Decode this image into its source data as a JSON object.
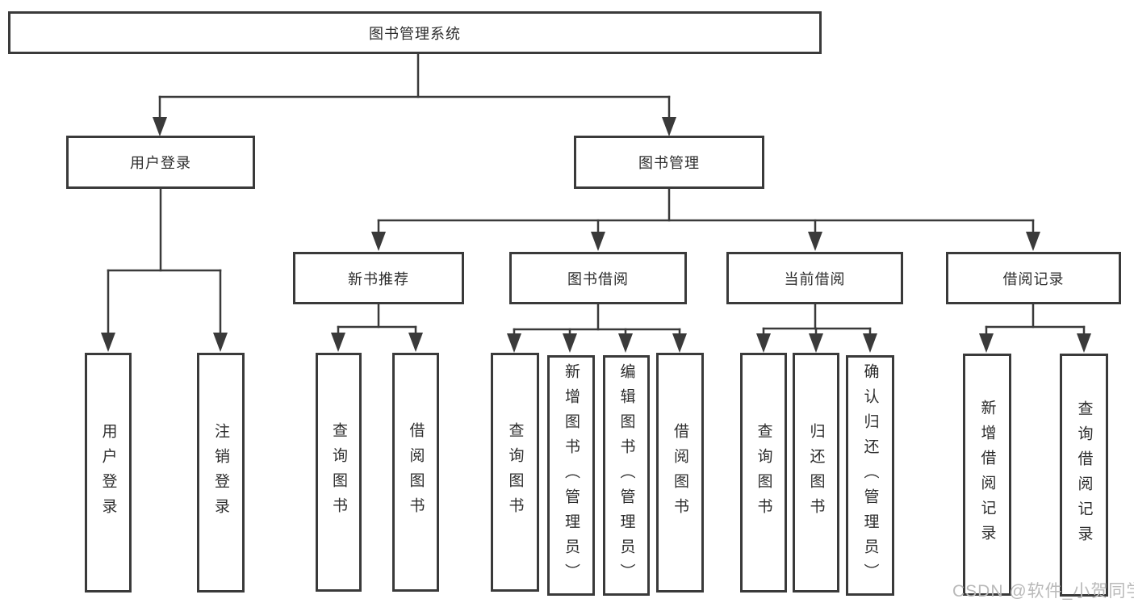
{
  "colors": {
    "line": "#3a3a3a",
    "box_border": "#3a3a3a",
    "text": "#2d2d2d",
    "background": "#ffffff",
    "watermark": "#b9b9b9"
  },
  "diagram": {
    "root": {
      "label": "图书管理系统"
    },
    "level2": [
      {
        "label": "用户登录"
      },
      {
        "label": "图书管理"
      }
    ],
    "level3": [
      {
        "label": "新书推荐"
      },
      {
        "label": "图书借阅"
      },
      {
        "label": "当前借阅"
      },
      {
        "label": "借阅记录"
      }
    ],
    "leaves": {
      "user_login": [
        {
          "label": "用户登录"
        },
        {
          "label": "注销登录"
        }
      ],
      "new_book": [
        {
          "label": "查询图书"
        },
        {
          "label": "借阅图书"
        }
      ],
      "book_borrow": [
        {
          "label": "查询图书"
        },
        {
          "label": "新增图书（管理员）"
        },
        {
          "label": "编辑图书（管理员）"
        },
        {
          "label": "借阅图书"
        }
      ],
      "current_borrow": [
        {
          "label": "查询图书"
        },
        {
          "label": "归还图书"
        },
        {
          "label": "确认归还（管理员）"
        }
      ],
      "borrow_records": [
        {
          "label": "新增借阅记录"
        },
        {
          "label": "查询借阅记录"
        }
      ]
    }
  },
  "watermark": {
    "text": "CSDN @软件_小贺同学"
  }
}
